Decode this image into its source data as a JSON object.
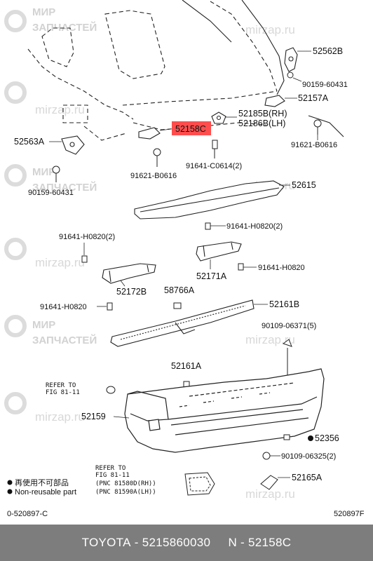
{
  "watermark": {
    "brand_line1": "МИР",
    "brand_line2": "ЗАПЧАСТЕЙ",
    "site": "mirzap.ru"
  },
  "parts": {
    "p52562B": "52562B",
    "p90159_60431_top": "90159-60431",
    "p52157A": "52157A",
    "p52185B": "52185B(RH)",
    "p52186B": "52186B(LH)",
    "p52158C": "52158C",
    "p52563A": "52563A",
    "p91621_B0616_right": "91621-B0616",
    "p91621_B0616_mid": "91621-B0616",
    "p91641_C0614": "91641-C0614(2)",
    "p90159_60431_left": "90159-60431",
    "p52615": "52615",
    "p91641_H0820_2_right": "91641-H0820(2)",
    "p91641_H0820_2_left": "91641-H0820(2)",
    "p52171A": "52171A",
    "p91641_H0820_right": "91641-H0820",
    "p52172B": "52172B",
    "p58766A": "58766A",
    "p52161B": "52161B",
    "p91641_H0820_left": "91641-H0820",
    "p90109_06371": "90109-06371(5)",
    "p52161A": "52161A",
    "p52159": "52159",
    "p52356": "52356",
    "p90109_06325": "90109-06325(2)",
    "p52165A": "52165A"
  },
  "refs": {
    "refer1_line1": "REFER TO",
    "refer1_line2": "FIG 81-11",
    "refer2_line1": "REFER TO",
    "refer2_line2": "FIG 81-11",
    "refer2_line3": "(PNC 81580D(RH))",
    "refer2_line4": "(PNC 81590A(LH))"
  },
  "legend": {
    "reuse_text": "再使用不可部品",
    "nonreuse_text": "Non-reusable part"
  },
  "codes": {
    "left_code": "0-520897-C",
    "right_code": "520897F"
  },
  "footer": {
    "brand": "TOYOTA",
    "sep1": " - ",
    "part_number": "5215860030",
    "sep2": "     ",
    "label": "N - 52158C"
  },
  "colors": {
    "highlight": "#ff4d4d",
    "footer_bg": "#7d7d7d"
  }
}
